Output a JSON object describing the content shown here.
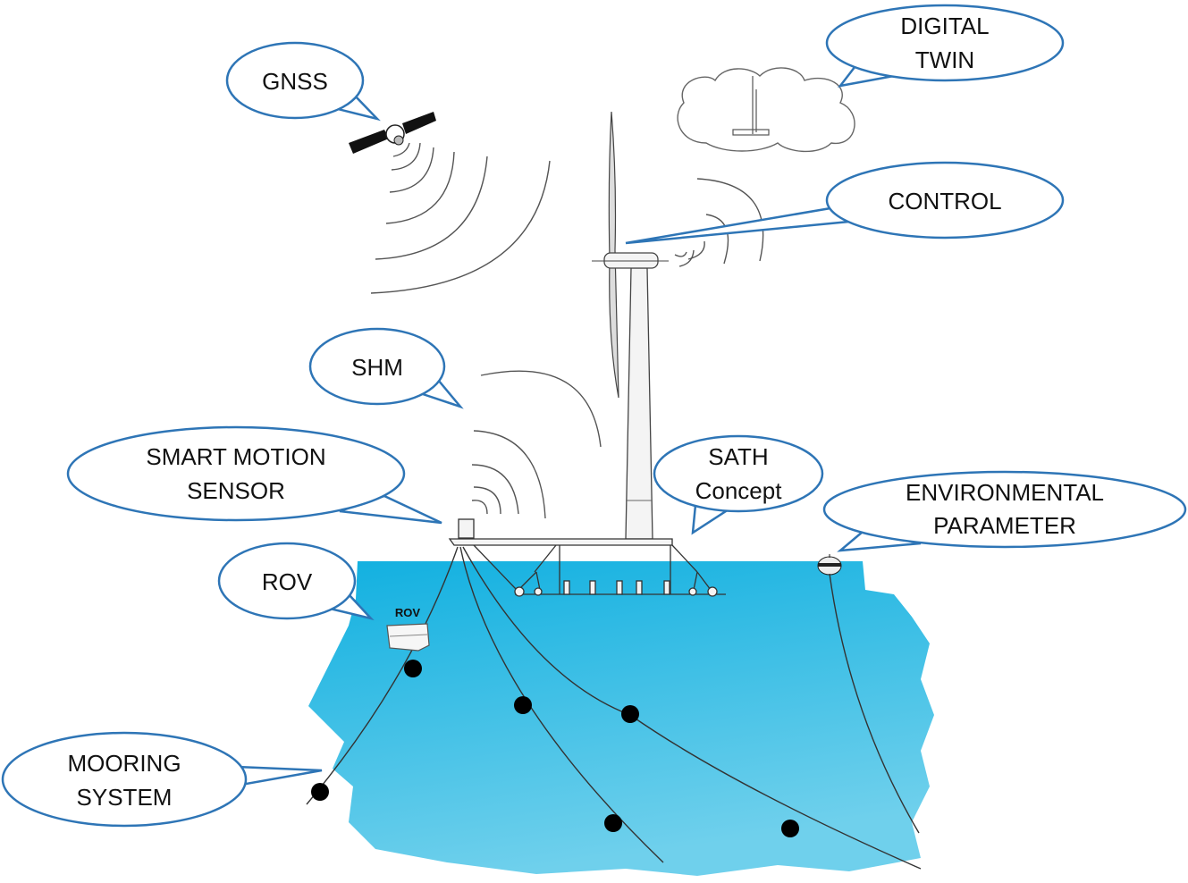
{
  "callouts": {
    "gnss": [
      "GNSS"
    ],
    "digital_twin": [
      "DIGITAL",
      "TWIN"
    ],
    "control": [
      "CONTROL"
    ],
    "shm": [
      "SHM"
    ],
    "smart_motion_sensor": [
      "SMART MOTION",
      "SENSOR"
    ],
    "sath_concept": [
      "SATH",
      "Concept"
    ],
    "environmental_parameter": [
      "ENVIRONMENTAL",
      "PARAMETER"
    ],
    "rov": [
      "ROV"
    ],
    "mooring_system": [
      "MOORING",
      "SYSTEM"
    ]
  },
  "rov_label": "ROV",
  "colors": {
    "callout_stroke": "#2e75b6",
    "water": "#1fb3e0",
    "water_light": "#6fd0ec"
  }
}
